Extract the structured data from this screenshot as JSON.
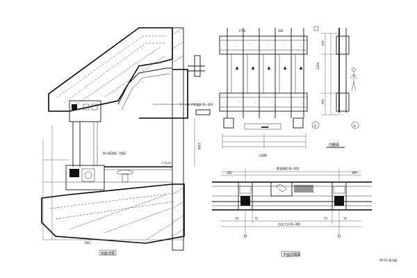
{
  "left_section": {
    "title": "剖面详图",
    "label_rail": "ゲートドア防護板 W=300",
    "label_panel": "防火板面板（铝板）",
    "label_level": "▽ FL±0",
    "dim_bottom": "600",
    "dim_side": "2380"
  },
  "top_right": {
    "title_box": "立面图",
    "dim_tags": [
      "1750",
      "400"
    ],
    "grid_bubble_a": "①",
    "grid_bubble_b": "②"
  },
  "elevation": {
    "title": "内観図",
    "side_dims": [
      "2450",
      "200",
      "300"
    ]
  },
  "plan": {
    "title": "平面詳細図",
    "top_dim": "壁面間距 W=560",
    "bottom_dim": "内法寸法 W=380",
    "left_dim": "180",
    "right_dim": "180",
    "small_dims": [
      "70",
      "75",
      "75",
      "70"
    ]
  },
  "sheet_code": "AR-04 表示図"
}
